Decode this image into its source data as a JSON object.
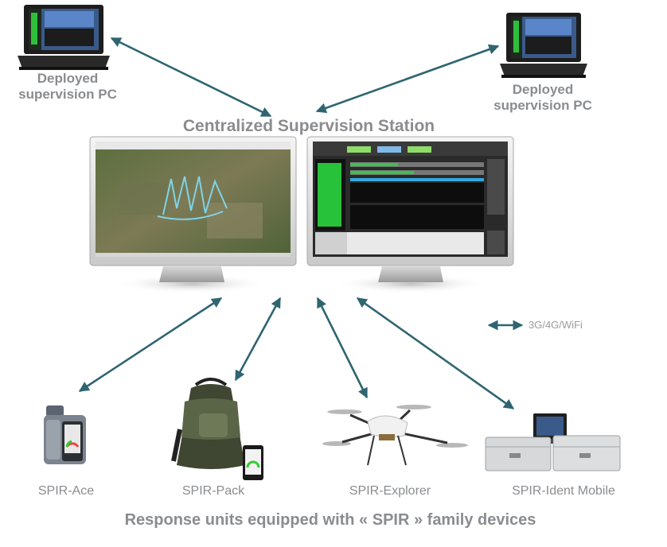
{
  "pc_left": {
    "line1": "Deployed",
    "line2": "supervision PC"
  },
  "pc_right": {
    "line1": "Deployed",
    "line2": "supervision PC"
  },
  "station_title": "Centralized Supervision Station",
  "legend": {
    "label": "3G/4G/WiFi"
  },
  "devices": [
    {
      "label": "SPIR-Ace"
    },
    {
      "label": "SPIR-Pack"
    },
    {
      "label": "SPIR-Explorer"
    },
    {
      "label": "SPIR-Ident Mobile"
    }
  ],
  "bottom_title": "Response units equipped with « SPIR » family devices",
  "colors": {
    "arrow": "#2e6570",
    "label": "#8a8c8f"
  },
  "icons": [
    "laptop-icon",
    "monitor-icon",
    "radiation-detector-icon",
    "backpack-icon",
    "smartphone-icon",
    "drone-icon",
    "metal-case-icon"
  ]
}
